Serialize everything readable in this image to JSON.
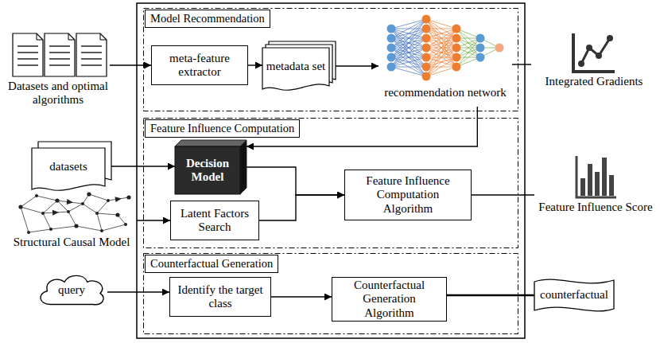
{
  "diagram": {
    "nodes": [
      {
        "text": [
          "Datasets and optimal algorithms"
        ]
      },
      {
        "text": [
          "Model Recommendation"
        ]
      },
      {
        "text": [
          "meta-feature extractor"
        ],
        "in": 1
      },
      {
        "text": [
          "metadata set"
        ],
        "in": 1
      },
      {
        "text": [
          "recommendation network"
        ],
        "in": 1
      },
      {
        "text": [
          "Integrated Gradients"
        ]
      },
      {
        "text": [
          "datasets"
        ]
      },
      {
        "text": [
          "Structural Causal Model"
        ]
      },
      {
        "text": [
          "Feature Influence Computation"
        ]
      },
      {
        "text": [
          "Decision Model"
        ],
        "in": 8
      },
      {
        "text": [
          "Latent Factors Search"
        ],
        "in": 8
      },
      {
        "text": [
          "Feature Influence Computation Algorithm"
        ],
        "in": 8
      },
      {
        "text": [
          "Feature Influence Score"
        ]
      },
      {
        "text": [
          "query"
        ]
      },
      {
        "text": [
          "Counterfactual Generation"
        ]
      },
      {
        "text": [
          "Identify the target class"
        ],
        "in": 14
      },
      {
        "text": [
          "Counterfactual Generation Algorithm"
        ],
        "in": 14
      },
      {
        "text": [
          "counterfactual"
        ]
      }
    ],
    "edges": [
      {
        "from": 0,
        "to": 2,
        "arrow": "to"
      },
      {
        "from": 2,
        "to": 3,
        "arrow": "to"
      },
      {
        "from": 3,
        "to": 4,
        "arrow": "to"
      },
      {
        "from": 4,
        "to": 5,
        "arrow": "none"
      },
      {
        "from": 4,
        "to": 9,
        "arrow": "to"
      },
      {
        "from": 6,
        "to": 9,
        "arrow": "to"
      },
      {
        "from": 7,
        "to": 10,
        "arrow": "to"
      },
      {
        "from": 9,
        "to": 11,
        "arrow": "to"
      },
      {
        "from": 10,
        "to": 11,
        "arrow": "to"
      },
      {
        "from": 11,
        "to": 12,
        "arrow": "none"
      },
      {
        "from": 13,
        "to": 15,
        "arrow": "to"
      },
      {
        "from": 15,
        "to": 16,
        "arrow": "to"
      },
      {
        "from": 16,
        "to": 17,
        "arrow": "none"
      }
    ]
  }
}
